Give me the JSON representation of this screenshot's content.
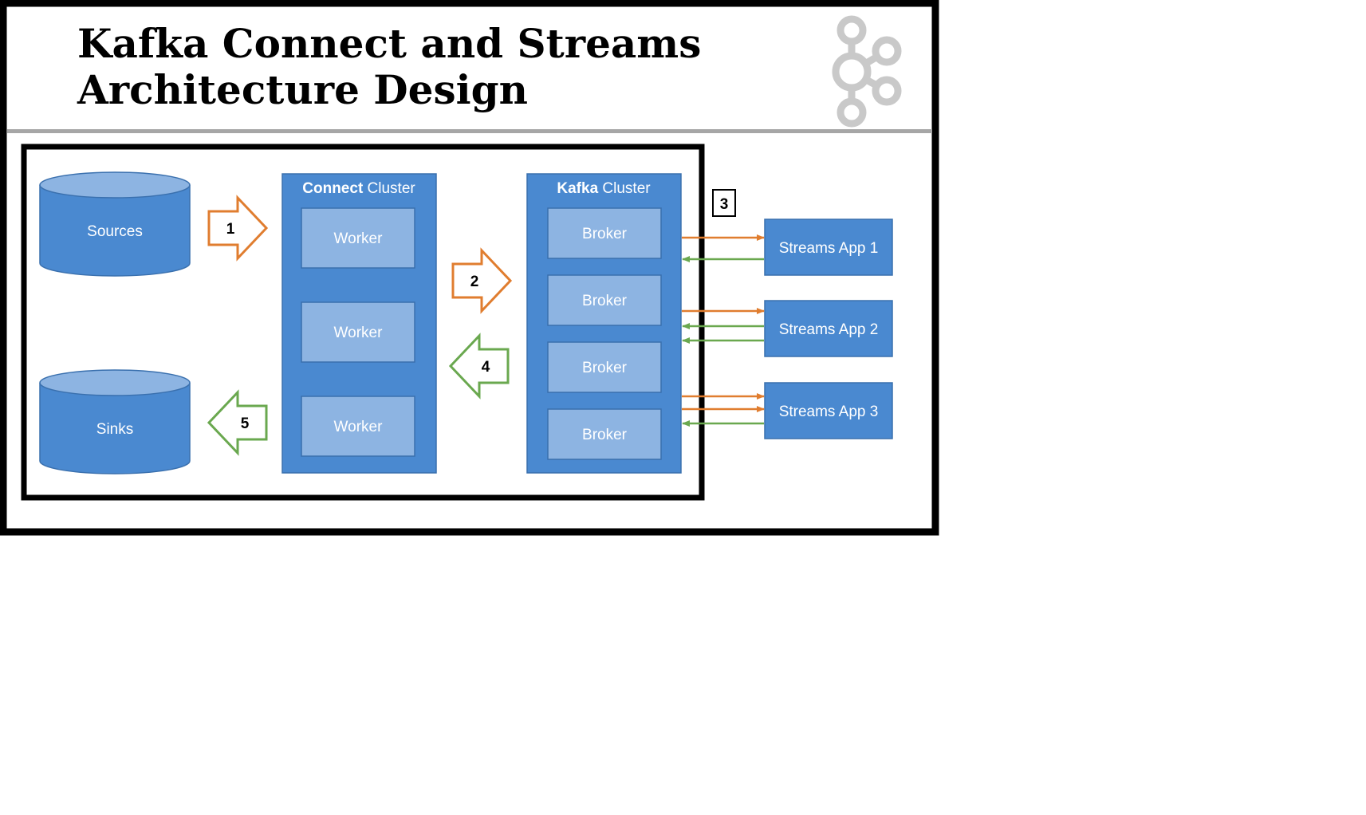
{
  "title": {
    "line1": "Kafka Connect and Streams",
    "line2": "Architecture Design"
  },
  "logo": {
    "icon": "kafka-logo-icon",
    "color": "#c9c9c9"
  },
  "colors": {
    "container_blue": "#4a89d0",
    "inner_box_blue": "#8db4e2",
    "produce_arrow": "#e07d2f",
    "consume_arrow": "#6aa84f",
    "frame": "#000000",
    "divider": "#a6a6a6"
  },
  "stores": {
    "sources": "Sources",
    "sinks": "Sinks"
  },
  "connect_cluster": {
    "title_bold": "Connect",
    "title_rest": " Cluster",
    "workers": [
      "Worker",
      "Worker",
      "Worker"
    ]
  },
  "kafka_cluster": {
    "title_bold": "Kafka",
    "title_rest": " Cluster",
    "brokers": [
      "Broker",
      "Broker",
      "Broker",
      "Broker"
    ]
  },
  "streams_apps": [
    "Streams App 1",
    "Streams App 2",
    "Streams App 3"
  ],
  "steps": {
    "s1": "1",
    "s2": "2",
    "s3": "3",
    "s4": "4",
    "s5": "5"
  }
}
